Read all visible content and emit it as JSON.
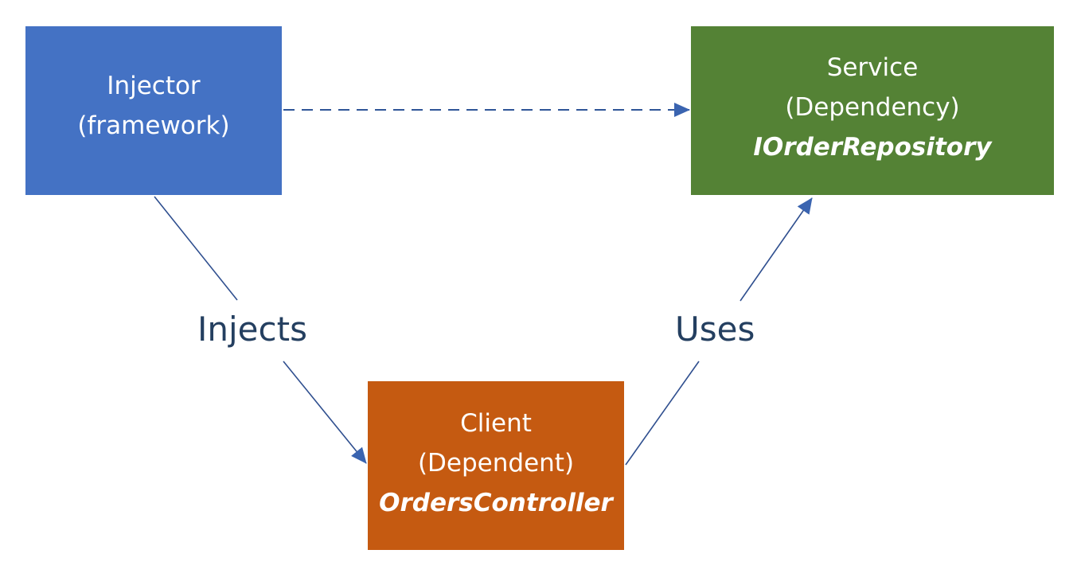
{
  "colors": {
    "injector": "#4472c4",
    "service": "#548235",
    "client": "#c55a11",
    "connector": "#2f4f8f",
    "label_text": "#243f60"
  },
  "nodes": {
    "injector": {
      "title": "Injector",
      "subtitle": "(framework)"
    },
    "service": {
      "title": "Service",
      "subtitle": "(Dependency)",
      "type_name": "IOrderRepository"
    },
    "client": {
      "title": "Client",
      "subtitle": "(Dependent)",
      "type_name": "OrdersController"
    }
  },
  "edges": {
    "injects": {
      "label": "Injects"
    },
    "uses": {
      "label": "Uses"
    }
  }
}
